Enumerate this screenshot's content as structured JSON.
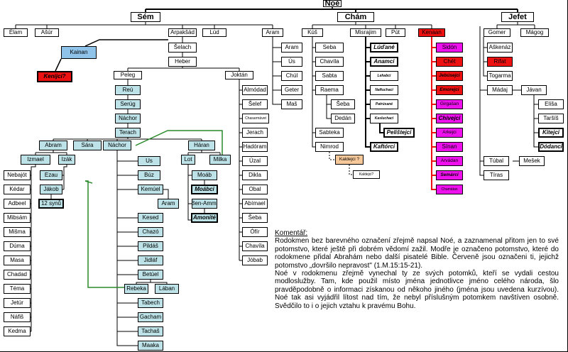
{
  "nodes": {
    "noe": "Noé",
    "sem": "Sém",
    "cham": "Chám",
    "jefet": "Jefet",
    "elam": "Élam",
    "assur": "Ašúr",
    "arpaksad": "Arpakšád",
    "lud": "Lúd",
    "aram1": "Aram",
    "kainan": "Kainan",
    "kenijci": "Kenijci?",
    "selach": "Šelach",
    "heber": "Heber",
    "peleg": "Peleg",
    "joktan": "Joktán",
    "reu": "Reú",
    "serug": "Serúg",
    "nachor1": "Náchor",
    "terach": "Terach",
    "abram": "Abram",
    "saraj": "Sára",
    "nachor2": "Náchor",
    "haran": "Háran",
    "izmael": "Izmael",
    "izak": "Izák",
    "lot": "Lot",
    "milka": "Milka",
    "nebajot": "Nebajót",
    "kedar": "Kédar",
    "adbeel": "Adbeel",
    "mibsam": "Mibsám",
    "misma": "Mišma",
    "duma": "Dúma",
    "masa": "Masa",
    "chadad": "Chadad",
    "tema": "Téma",
    "jetur": "Jetúr",
    "nafis": "Náfiš",
    "kedma": "Kedma",
    "ezau": "Ezau",
    "jakob": "Jákob",
    "synu": "12 synů",
    "us2": "Us",
    "buz": "Búz",
    "kemuel": "Kemúel",
    "aram3": "Aram",
    "kesed": "Kesed",
    "chazo": "Chazó",
    "pildas": "Pildáš",
    "jidlaf": "Jidláf",
    "betuel": "Betúel",
    "rebeka": "Rebeka",
    "laban": "Lában",
    "tabech": "Tabech",
    "gacham": "Gacham",
    "tachas": "Tachaš",
    "maaka": "Maaka",
    "moab": "Moáb",
    "moabci": "Moábci",
    "benami": "Ben-Ammí",
    "amonite": "Amonité",
    "almodad": "Almódad",
    "selef": "Šelef",
    "chasarmavet": "Chasarmávet",
    "jerach": "Jerach",
    "hadoram": "Hadóram",
    "uzal": "Úzal",
    "dikla": "Dikla",
    "obal": "Obal",
    "abimael": "Abímael",
    "seba2": "Šeba",
    "ofir": "Ófír",
    "chavila2": "Chavíla",
    "jobab": "Jóbab",
    "aram2": "Aram",
    "us1": "Ús",
    "chul": "Chúl",
    "geter": "Geter",
    "mas": "Maš",
    "kus": "Kúš",
    "micrajim": "Misrajim",
    "put": "Pút",
    "kenaan": "Kenaan",
    "seba1": "Seba",
    "chavila1": "Chavíla",
    "sabta": "Sabta",
    "raema": "Raema",
    "saba": "Šeba",
    "dedan": "Dedán",
    "sabteka": "Sabteka",
    "nimrod": "Nimrod",
    "kaldeji": "Kaldejci ?",
    "kaldeji2": "Kaldejci?",
    "ludane": "Lúďané",
    "anamci": "Anamci",
    "lehabci": "Lehabci",
    "naftuchaci": "Naftuchaci",
    "patrusane": "Patrúsané",
    "kasluchaci": "Kasluchaci",
    "pelistejci": "Pelištejci",
    "kaftorci": "Kaftórci",
    "sidon": "Sidón",
    "chet": "Chét",
    "jebusejci": "Jebúsejci",
    "emorejci": "Emorejci",
    "girgasan": "Girgašan",
    "chivejci": "Chivejci",
    "arkejci": "Arkejci",
    "sinan": "Sínan",
    "arvadan": "Arvádan",
    "semarci": "Semárci",
    "chamatan": "Chamátan",
    "gomer": "Gomer",
    "magog": "Mágog",
    "askenaz": "Aškenáz",
    "rifat": "Rífat",
    "togarma": "Togarma",
    "madaj": "Mádaj",
    "javan": "Jávan",
    "elisa": "Elíša",
    "tarsis": "Taršíš",
    "kitejci": "Kitejci",
    "dodanci": "Dódanci",
    "tubal": "Túbal",
    "mesek": "Mešek",
    "tiras": "Tíras"
  },
  "comment": {
    "heading": "Komentář:",
    "p1": "Rodokmen bez barevného označení zřejmě napsal Noé, a zaznamenal přitom jen to své potomstvo, které ještě při dobrém vědomí zažil. Modře je označeno potomstvo, které do rodokmene přidal Abrahám nebo další pisatelé Bible. Červeně jsou označeni ti, jejichž potomstvo „dovršilo nepravost\" (1.M.15:15-21).",
    "p2": "Noé v rodokmenu zřejmě vynechal ty ze svých potomků, kteří se vydali cestou modloslužby. Tam, kde použil místo jména jednotlivce jméno celého národa, šlo pravděpodobně o informaci získanou od někoho jiného (jména jsou uvedena kurzívou). Noé tak asi vyjádřil lítost nad tím, že nebyl příslušným potomkem navštíven osobně. Svědčilo to i o jejich vztahu k pravému Bohu."
  },
  "colors": {
    "added_by_abraham": "#bde3e8",
    "kainan": "#8fc3ea",
    "wicked": "#ee1111",
    "canaanites": "#ee11ee",
    "uncertain": "#f6c89a",
    "marriage_line": "#2a8a2a"
  }
}
